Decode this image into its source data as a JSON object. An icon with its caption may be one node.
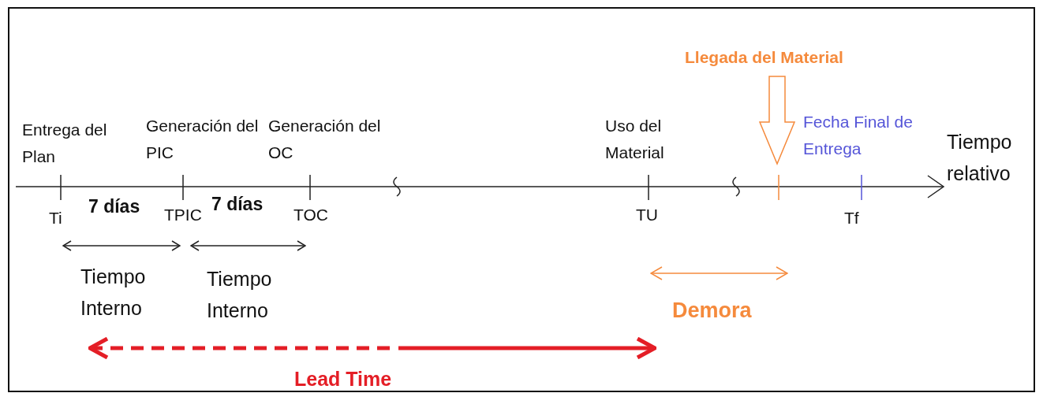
{
  "diagram": {
    "labels": [
      "Llegada del Material",
      "Entrega del Plan",
      "Generación del PIC",
      "Generación del OC",
      "Uso del Material",
      "Fecha Final de Entrega",
      "Tiempo relativo",
      "Ti",
      "7 días",
      "TPIC",
      "7 días",
      "TOC",
      "TU",
      "Tf",
      "Tiempo Interno",
      "Tiempo Interno",
      "Demora",
      "Lead Time"
    ]
  }
}
